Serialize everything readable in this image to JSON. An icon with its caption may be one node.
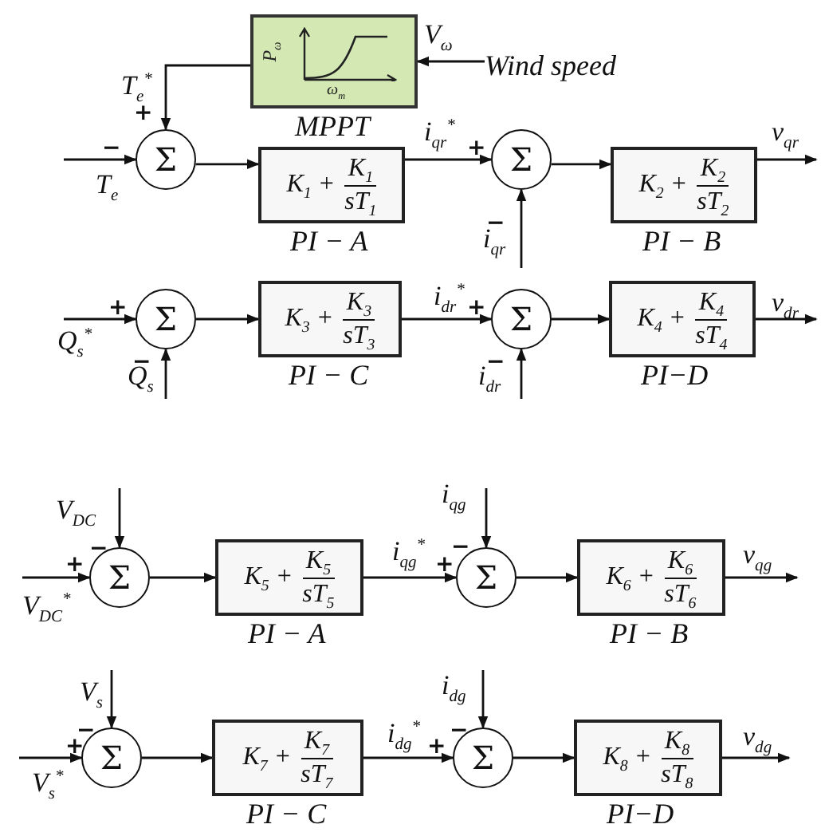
{
  "diagram": {
    "nodes": [
      {
        "text": [
          "P$_{ω}$",
          "ω$_{m}$",
          "MPPT"
        ]
      },
      {
        "text": [
          "Wind speed"
        ]
      },
      {
        "text": [
          "Σ"
        ]
      },
      {
        "text": [
          "K$_{1}$ +",
          "K$_{1}$",
          "sT$_{1}$"
        ],
        "beside": [
          "PI − A"
        ]
      },
      {
        "text": [
          "Σ"
        ]
      },
      {
        "text": [
          "K$_{2}$ +",
          "K$_{2}$",
          "sT$_{2}$"
        ],
        "beside": [
          "PI − B"
        ]
      },
      {
        "text": [
          "Σ"
        ]
      },
      {
        "text": [
          "K$_{3}$ +",
          "K$_{3}$",
          "sT$_{3}$"
        ],
        "beside": [
          "PI − C"
        ]
      },
      {
        "text": [
          "Σ"
        ]
      },
      {
        "text": [
          "K$_{4}$ +",
          "K$_{4}$",
          "sT$_{4}$"
        ],
        "beside": [
          "PI−D"
        ]
      },
      {
        "text": [
          "Σ"
        ]
      },
      {
        "text": [
          "K$_{5}$ +",
          "K$_{5}$",
          "sT$_{5}$"
        ],
        "beside": [
          "PI − A"
        ]
      },
      {
        "text": [
          "Σ"
        ]
      },
      {
        "text": [
          "K$_{6}$ +",
          "K$_{6}$",
          "sT$_{6}$"
        ],
        "beside": [
          "PI − B"
        ]
      },
      {
        "text": [
          "Σ"
        ]
      },
      {
        "text": [
          "K$_{7}$ +",
          "K$_{7}$",
          "sT$_{7}$"
        ],
        "beside": [
          "PI − C"
        ]
      },
      {
        "text": [
          "Σ"
        ]
      },
      {
        "text": [
          "K$_{8}$ +",
          "K$_{8}$",
          "sT$_{8}$"
        ],
        "beside": [
          "PI−D"
        ]
      }
    ],
    "edges": [
      {
        "from": 1,
        "to": 0,
        "arrow": "to",
        "label": "V$_{ω}$"
      },
      {
        "from": 0,
        "to": 2,
        "arrow": "to",
        "label": "T$_{e}$$^{*}$"
      },
      {
        "from": null,
        "to": 2,
        "arrow": "to",
        "label": "T$_{e}$"
      },
      {
        "from": 2,
        "to": 3,
        "arrow": "to"
      },
      {
        "from": 3,
        "to": 4,
        "arrow": "to",
        "label": "i$_{qr}$$^{*}$"
      },
      {
        "from": null,
        "to": 4,
        "arrow": "to",
        "label": "i$_{qr}$"
      },
      {
        "from": 4,
        "to": 5,
        "arrow": "to"
      },
      {
        "from": 5,
        "to": null,
        "arrow": "to",
        "label": "v$_{qr}$"
      },
      {
        "from": null,
        "to": 6,
        "arrow": "to",
        "label": "Q$_{s}$$^{*}$"
      },
      {
        "from": null,
        "to": 6,
        "arrow": "to",
        "label": "Q$_{s}$"
      },
      {
        "from": 6,
        "to": 7,
        "arrow": "to"
      },
      {
        "from": 7,
        "to": 8,
        "arrow": "to",
        "label": "i$_{dr}$$^{*}$"
      },
      {
        "from": null,
        "to": 8,
        "arrow": "to",
        "label": "i$_{dr}$"
      },
      {
        "from": 8,
        "to": 9,
        "arrow": "to"
      },
      {
        "from": 9,
        "to": null,
        "arrow": "to",
        "label": "v$_{dr}$"
      },
      {
        "from": null,
        "to": 10,
        "arrow": "to",
        "label": "V$_{DC}$"
      },
      {
        "from": null,
        "to": 10,
        "arrow": "to",
        "label": "V$_{DC}$$^{*}$"
      },
      {
        "from": 10,
        "to": 11,
        "arrow": "to"
      },
      {
        "from": 11,
        "to": 12,
        "arrow": "to",
        "label": "i$_{qg}$$^{*}$"
      },
      {
        "from": null,
        "to": 12,
        "arrow": "to",
        "label": "i$_{qg}$"
      },
      {
        "from": 12,
        "to": 13,
        "arrow": "to"
      },
      {
        "from": 13,
        "to": null,
        "arrow": "to",
        "label": "v$_{qg}$"
      },
      {
        "from": null,
        "to": 14,
        "arrow": "to",
        "label": "V$_{s}$"
      },
      {
        "from": null,
        "to": 14,
        "arrow": "to",
        "label": "V$_{s}$$^{*}$"
      },
      {
        "from": 14,
        "to": 15,
        "arrow": "to"
      },
      {
        "from": 15,
        "to": 16,
        "arrow": "to",
        "label": "i$_{dg}$$^{*}$"
      },
      {
        "from": null,
        "to": 16,
        "arrow": "to",
        "label": "i$_{dg}$"
      },
      {
        "from": 16,
        "to": 17,
        "arrow": "to"
      },
      {
        "from": 17,
        "to": null,
        "arrow": "to",
        "label": "v$_{dg}$"
      }
    ],
    "labels": [
      "+",
      "−",
      "+",
      "−",
      "+",
      "−",
      "+",
      "−",
      "−",
      "+",
      "−",
      "+",
      "−",
      "+",
      "−",
      "+"
    ]
  }
}
